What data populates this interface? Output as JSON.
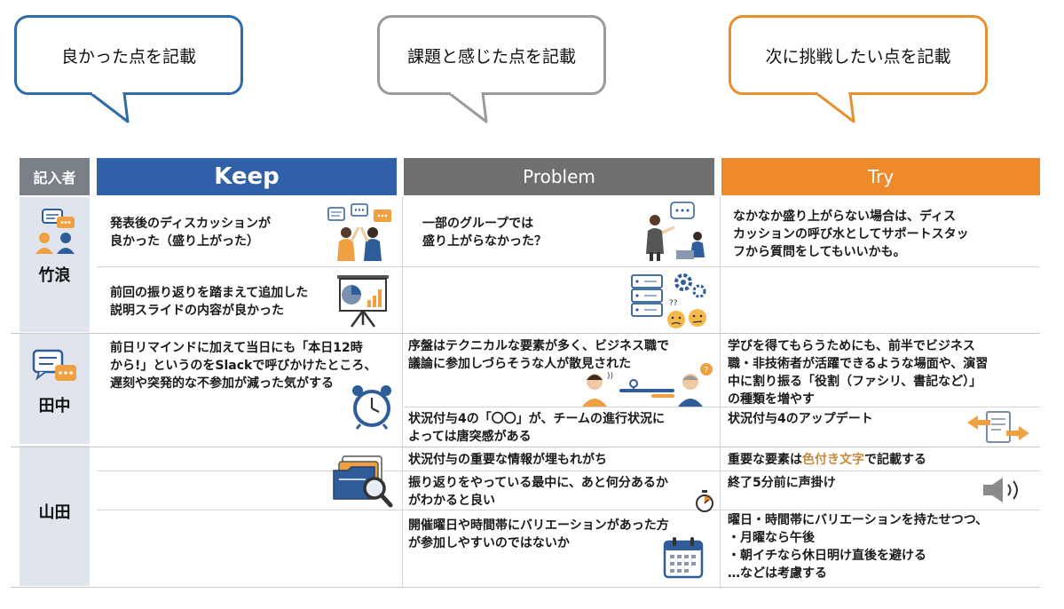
{
  "bubbles": {
    "keep": "良かった点を記載",
    "problem": "課題と感じた点を記載",
    "try": "次に挑戦したい点を記載"
  },
  "headers": {
    "person": "記入者",
    "keep": "Keep",
    "problem": "Problem",
    "try": "Try"
  },
  "colors": {
    "keep": "#3060a8",
    "problem": "#707070",
    "try": "#ef8a2c",
    "person_col": "#dfe4ed",
    "accent_text": "#c8893c"
  },
  "persons": [
    "竹浪",
    "田中",
    "山田"
  ],
  "rows": {
    "r1": {
      "keep": [
        "発表後のディスカッションが",
        "良かった（盛り上がった）"
      ],
      "problem": [
        "一部のグループでは",
        "盛り上がらなかった？"
      ],
      "try": [
        "なかなか盛り上がらない場合は、ディス",
        "カッションの呼び水としてサポートスタッ",
        "フから質問をしてもいいかも。"
      ]
    },
    "r2": {
      "keep": [
        "前回の振り返りを踏まえて追加した",
        "説明スライドの内容が良かった"
      ]
    },
    "r3": {
      "keep": [
        "前日リマインドに加えて当日にも「本日12時",
        "から!」というのをSlackで呼びかけたところ、",
        "遅刻や突発的な不参加が減った気がする"
      ],
      "problem": [
        "序盤はテクニカルな要素が多く、ビジネス職で",
        "議論に参加しづらそうな人が散見された"
      ],
      "try": [
        "学びを得てもらうためにも、前半でビジネス",
        "職・非技術者が活躍できるような場面や、演習",
        "中に割り振る「役割（ファシリ、書記など）」",
        "の種類を増やす"
      ]
    },
    "r4": {
      "problem": [
        "状況付与4の「〇〇」が、チームの進行状況に",
        "よっては唐突感がある"
      ],
      "try": "状況付与4のアップデート"
    },
    "r5": {
      "problem": "状況付与の重要な情報が埋もれがち",
      "try_before": "重要な要素は",
      "try_accent": "色付き文字",
      "try_after": "で記載する"
    },
    "r6": {
      "problem": [
        "振り返りをやっている最中に、あと何分あるか",
        "がわかると良い"
      ],
      "try": "終了5分前に声掛け"
    },
    "r7": {
      "problem": [
        "開催曜日や時間帯にバリエーションがあった方",
        "が参加しやすいのではないか"
      ],
      "try": [
        "曜日・時間帯にバリエーションを持たせつつ、",
        "・月曜なら午後",
        "・朝イチなら休日明け直後を避ける",
        "…などは考慮する"
      ]
    }
  }
}
